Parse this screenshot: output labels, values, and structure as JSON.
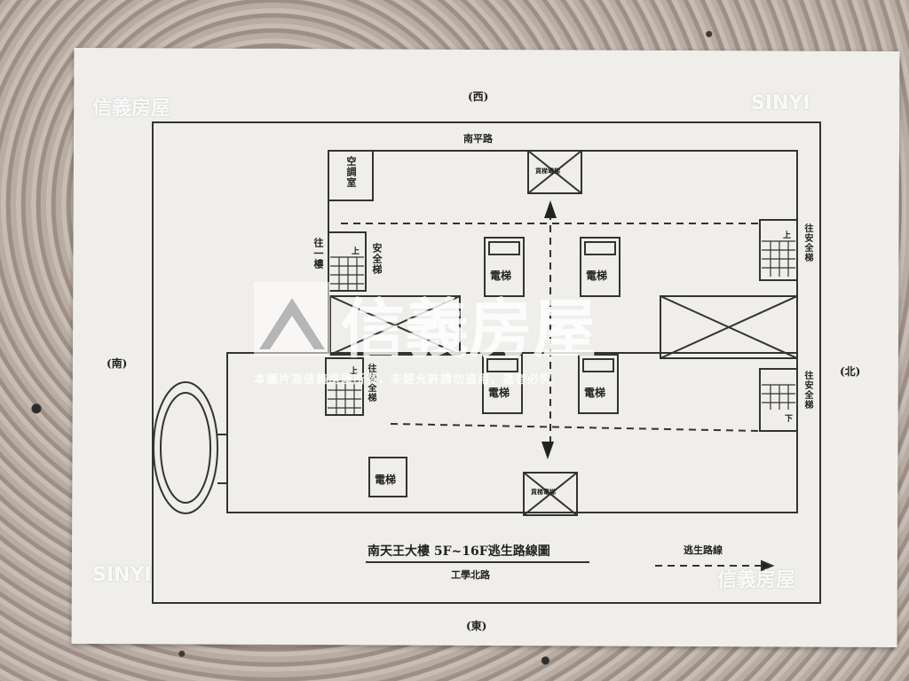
{
  "directions": {
    "west": "(西)",
    "east": "(東)",
    "south": "(南)",
    "north": "(北)"
  },
  "roads": {
    "top": "南平路",
    "bottom": "工學北路"
  },
  "rooms": {
    "ac_room": "空調室",
    "elevator": "電梯",
    "freight_elevator": "貨梯電梯",
    "safety_stairs": "安全梯",
    "to_first_floor": "往一樓",
    "to_safety_stairs": "往安全梯",
    "up": "上",
    "down": "下"
  },
  "title": "南天王大樓 5F~16F逃生路線圖",
  "legend": {
    "label": "逃生路線"
  },
  "watermarks": {
    "brand_cn": "信義房屋",
    "brand_en": "SINYI",
    "notice": "本圖片為信義房屋所有，未經允許請勿盜用，違者必究"
  }
}
